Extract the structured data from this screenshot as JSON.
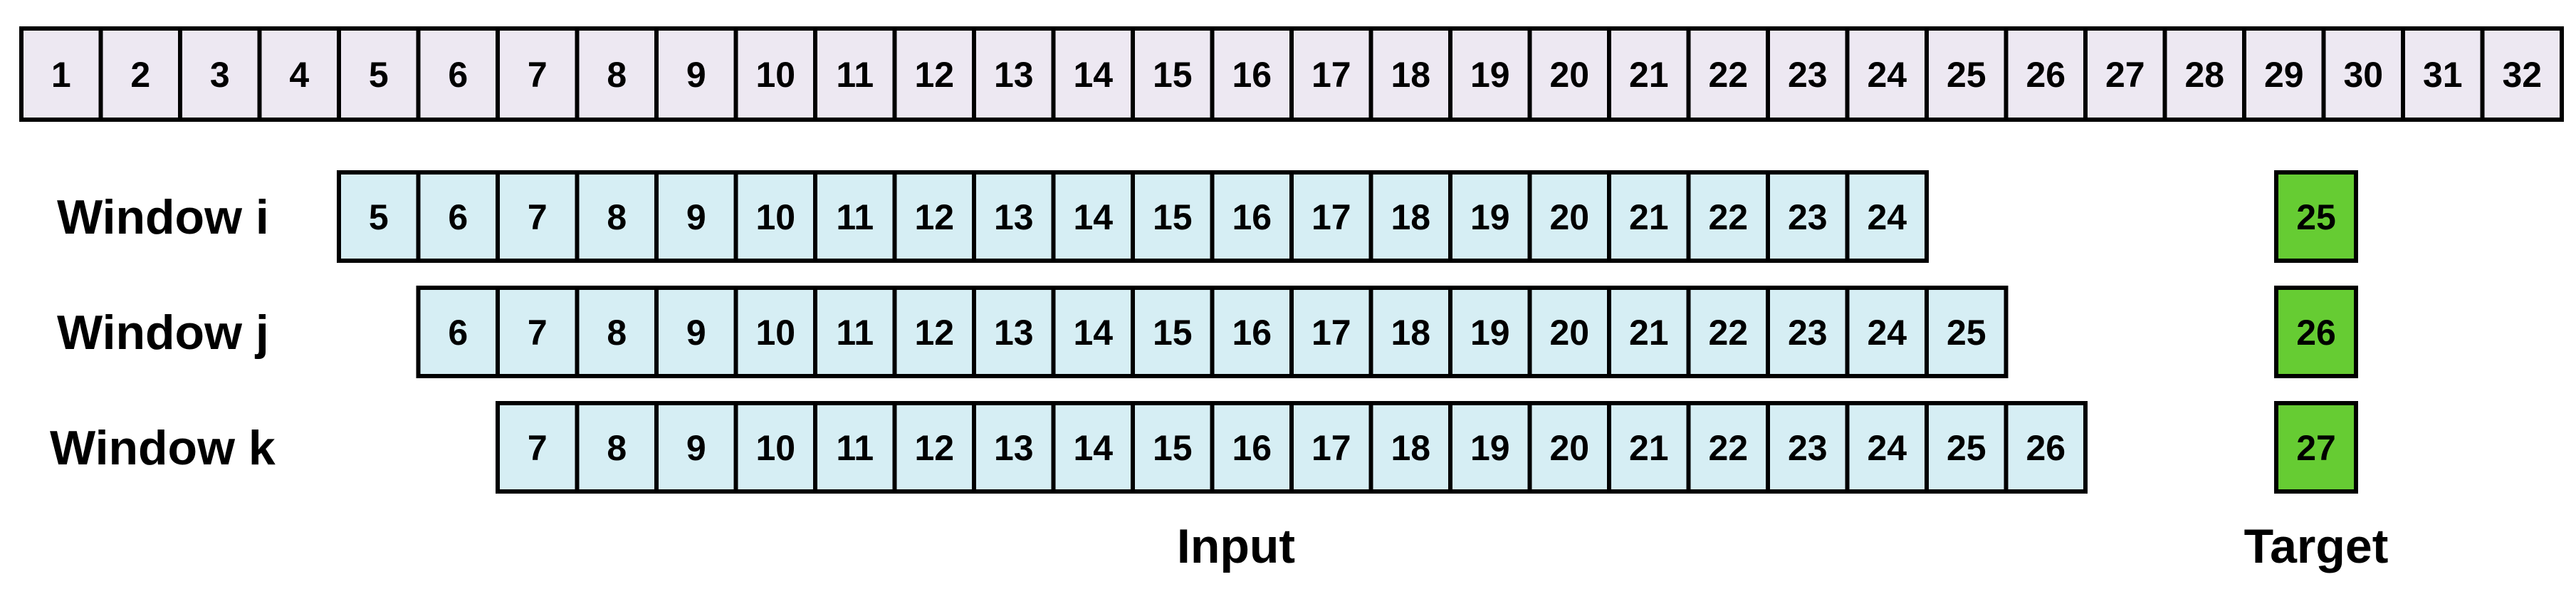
{
  "sequence": {
    "cells": [
      "1",
      "2",
      "3",
      "4",
      "5",
      "6",
      "7",
      "8",
      "9",
      "10",
      "11",
      "12",
      "13",
      "14",
      "15",
      "16",
      "17",
      "18",
      "19",
      "20",
      "21",
      "22",
      "23",
      "24",
      "25",
      "26",
      "27",
      "28",
      "29",
      "30",
      "31",
      "32"
    ]
  },
  "windows": [
    {
      "label": "Window i",
      "input": [
        "5",
        "6",
        "7",
        "8",
        "9",
        "10",
        "11",
        "12",
        "13",
        "14",
        "15",
        "16",
        "17",
        "18",
        "19",
        "20",
        "21",
        "22",
        "23",
        "24"
      ],
      "target": "25"
    },
    {
      "label": "Window j",
      "input": [
        "6",
        "7",
        "8",
        "9",
        "10",
        "11",
        "12",
        "13",
        "14",
        "15",
        "16",
        "17",
        "18",
        "19",
        "20",
        "21",
        "22",
        "23",
        "24",
        "25"
      ],
      "target": "26"
    },
    {
      "label": "Window k",
      "input": [
        "7",
        "8",
        "9",
        "10",
        "11",
        "12",
        "13",
        "14",
        "15",
        "16",
        "17",
        "18",
        "19",
        "20",
        "21",
        "22",
        "23",
        "24",
        "25",
        "26"
      ],
      "target": "27"
    }
  ],
  "labels": {
    "input": "Input",
    "target": "Target"
  },
  "colors": {
    "sequence_fill": "#EDE8F2",
    "input_fill": "#D6EEF4",
    "target_fill": "#66CC33",
    "stroke": "#000000"
  }
}
